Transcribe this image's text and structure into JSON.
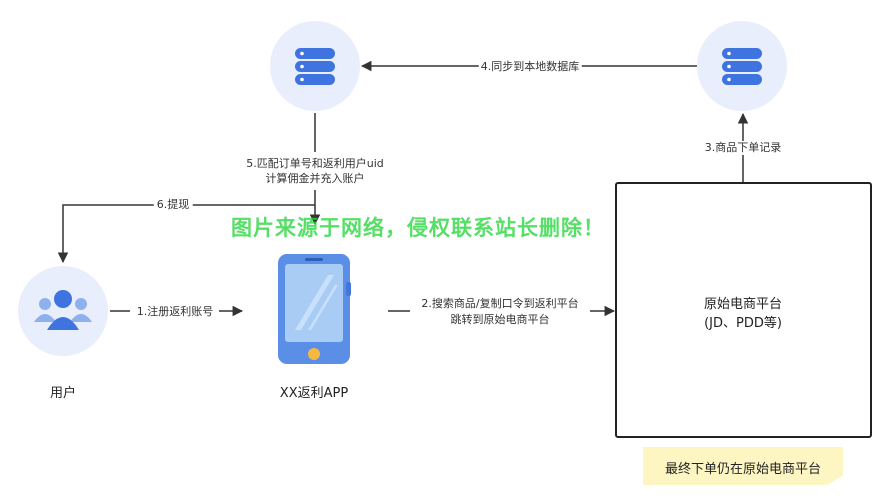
{
  "nodes": {
    "db_left": {
      "icon": "database-icon"
    },
    "db_right": {
      "icon": "database-icon"
    },
    "user": {
      "icon": "users-icon",
      "label": "用户"
    },
    "app": {
      "icon": "smartphone-icon",
      "label": "XX返利APP"
    },
    "platform": {
      "title": "原始电商平台",
      "subtitle": "(JD、PDD等)"
    }
  },
  "edges": {
    "step1": "1.注册返利账号",
    "step2_line1": "2.搜索商品/复制口令到返利平台",
    "step2_line2": "跳转到原始电商平台",
    "step3": "3.商品下单记录",
    "step4": "4.同步到本地数据库",
    "step5_line1": "5.匹配订单号和返利用户uid",
    "step5_line2": "计算佣金并充入账户",
    "step6": "6.提现"
  },
  "note": "最终下单仍在原始电商平台",
  "watermark": "图片来源于网络，侵权联系站长删除！",
  "colors": {
    "circle_bg": "#e8eefb",
    "icon_blue": "#3f73e0",
    "phone_body": "#5b8ee6",
    "phone_screen": "#a9ccf4",
    "phone_button": "#f5b942",
    "note_bg": "#fdf6c3",
    "watermark": "#26d63c"
  }
}
